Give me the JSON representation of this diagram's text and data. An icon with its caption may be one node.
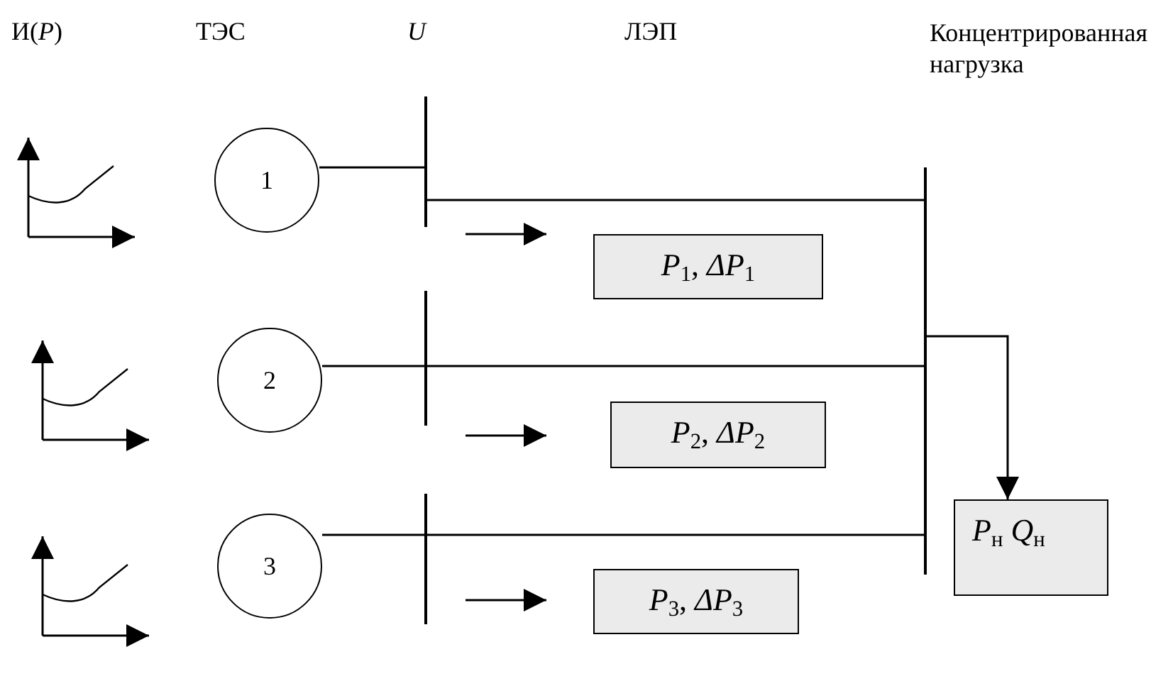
{
  "diagram": {
    "nodes": [
      {
        "text": [
          "1"
        ]
      },
      {
        "text": [],
        "shape": "bar"
      },
      {
        "text": [],
        "shape": "bar"
      },
      {
        "text": [
          "*P*$_{1}$, *ΔP*$_{1}$"
        ]
      },
      {
        "text": [
          "2"
        ]
      },
      {
        "text": [],
        "shape": "bar"
      },
      {
        "text": [
          "*P*$_{2}$, *ΔP*$_{2}$"
        ]
      },
      {
        "text": [
          "3"
        ]
      },
      {
        "text": [],
        "shape": "bar"
      },
      {
        "text": [
          "*P*$_{3}$, *ΔP*$_{3}$"
        ]
      },
      {
        "text": [
          "*P*$_{н}$ *Q*$_{н}$"
        ]
      }
    ],
    "edges": [
      {
        "from": 0,
        "to": 1,
        "arrow": "none"
      },
      {
        "from": 1,
        "to": 2,
        "arrow": "none"
      },
      {
        "from": 4,
        "to": 5,
        "arrow": "none"
      },
      {
        "from": 5,
        "to": 2,
        "arrow": "none"
      },
      {
        "from": 7,
        "to": 8,
        "arrow": "none"
      },
      {
        "from": 8,
        "to": 2,
        "arrow": "none"
      },
      {
        "from": 2,
        "to": 10,
        "arrow": "to"
      }
    ],
    "labels": [
      "И(*P*)",
      "ТЭС",
      "U",
      "ЛЭП",
      "Концентрированная нагрузка"
    ]
  }
}
